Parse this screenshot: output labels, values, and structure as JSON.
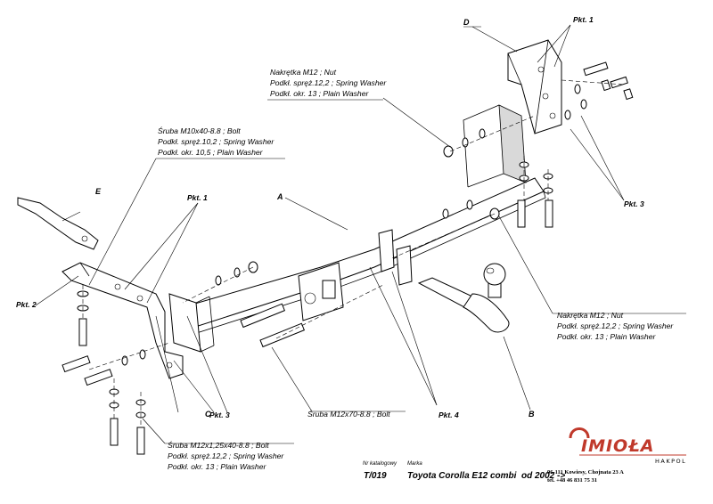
{
  "labels": {
    "nut_top": [
      "Nakrętka  M12 ; Nut",
      "Podkł. spręż.12,2 ; Spring Washer",
      "Podkł. okr. 13 ; Plain Washer"
    ],
    "bolt_left": [
      "Śruba M10x40-8.8 ;  Bolt",
      "Podkł. spręż.10,2 ; Spring Washer",
      "Podkł. okr. 10,5 ; Plain Washer"
    ],
    "nut_right": [
      "Nakrętka  M12 ; Nut",
      "Podkł. spręż.12,2 ; Spring Washer",
      "Podkł. okr. 13 ; Plain Washer"
    ],
    "bolt_bottom": [
      "Śruba M12x1,25x40-8.8 ;  Bolt",
      "Podkł. spręż.12,2 ; Spring Washer",
      "Podkł. okr. 13 ; Plain Washer"
    ],
    "bolt_center": "Śruba M12x70-8.8 ;  Bolt"
  },
  "pkt": {
    "pkt1_top": "Pkt. 1",
    "pkt1_left": "Pkt. 1",
    "pkt2": "Pkt. 2",
    "pkt3_right": "Pkt. 3",
    "pkt3_bottom": "Pkt. 3",
    "pkt4": "Pkt. 4"
  },
  "letters": {
    "a": "A",
    "b": "B",
    "c": "C",
    "d": "D",
    "e": "E"
  },
  "title_block": {
    "catalog_caption": "Nr katalogowy",
    "brand_caption": "Marka",
    "catalog_no": "T/019",
    "vehicle": "Toyota Corolla E12 combi",
    "from": "od  2002 ->"
  },
  "company": {
    "name": "IMIOŁA",
    "sub": "HAKPOL",
    "address": "96-111 Kowiesy, Chojnata 23 A",
    "phone": "tel. +48 46 831 75 31"
  },
  "colors": {
    "ink": "#000000",
    "logo_red": "#c0392b",
    "shade": "#d9d9d9"
  }
}
